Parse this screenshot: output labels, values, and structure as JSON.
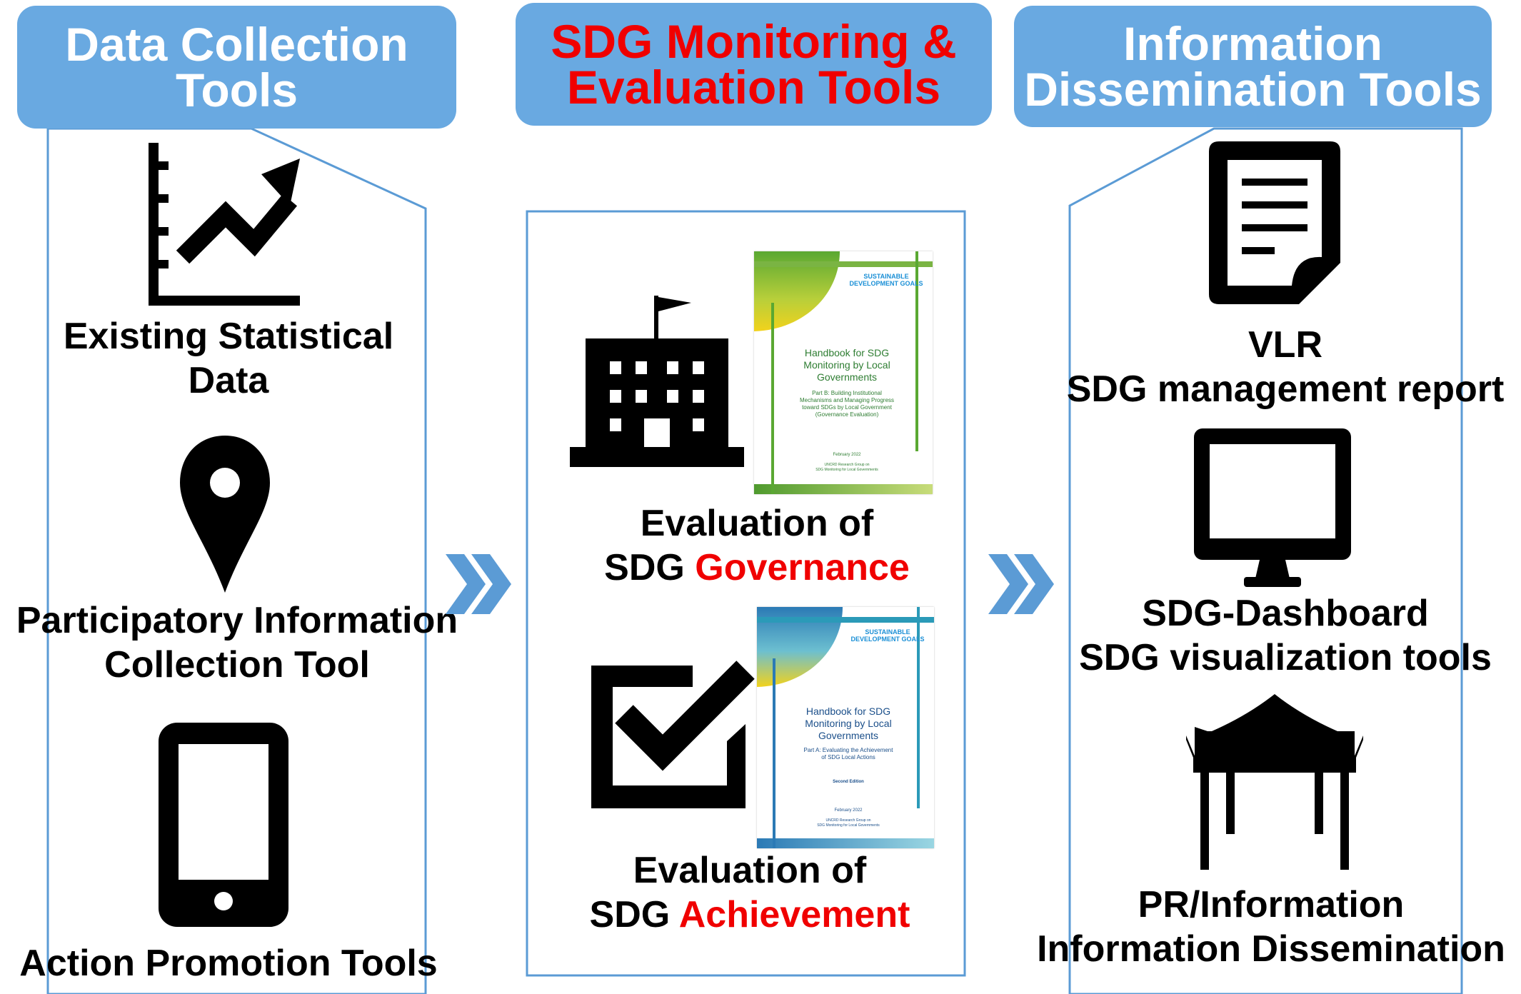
{
  "columns": [
    {
      "header": [
        "Data Collection",
        "Tools"
      ],
      "items": [
        {
          "label": [
            "Existing Statistical",
            "Data"
          ],
          "icon": "line-chart-up-arrow-icon"
        },
        {
          "label": [
            "Participatory Information",
            "Collection Tool"
          ],
          "icon": "map-pin-icon"
        },
        {
          "label": [
            "Action Promotion Tools"
          ],
          "icon": "smartphone-icon"
        }
      ]
    },
    {
      "header": [
        "SDG Monitoring &",
        "Evaluation Tools"
      ],
      "items": [
        {
          "label_line1": "Evaluation of",
          "label_prefix": "SDG ",
          "label_highlight": "Governance",
          "icon": "building-with-flag-icon"
        },
        {
          "label_line1": "Evaluation of",
          "label_prefix": "SDG ",
          "label_highlight": "Achievement",
          "icon": "checkbox-check-icon"
        }
      ]
    },
    {
      "header": [
        "Information",
        "Dissemination Tools"
      ],
      "items": [
        {
          "label": [
            "VLR",
            "SDG management report"
          ],
          "icon": "document-icon"
        },
        {
          "label": [
            "SDG-Dashboard",
            "SDG visualization tools"
          ],
          "icon": "monitor-icon"
        },
        {
          "label": [
            "PR/Information",
            "Information Dissemination"
          ],
          "icon": "event-tent-icon"
        }
      ]
    }
  ],
  "books": [
    {
      "logo": "SUSTAINABLE DEVELOPMENT GOALS",
      "title": [
        "Handbook for SDG",
        "Monitoring by Local",
        "Governments"
      ],
      "subtitle": [
        "Part B: Building Institutional",
        "Mechanisms and Managing Progress",
        "toward SDGs by Local Government",
        "(Governance Evaluation)"
      ],
      "edition": "",
      "date": "February 2022",
      "publisher": [
        "UNCRD Research Group on",
        "SDG Monitoring for Local Governments"
      ]
    },
    {
      "logo": "SUSTAINABLE DEVELOPMENT GOALS",
      "title": [
        "Handbook for SDG",
        "Monitoring by Local",
        "Governments"
      ],
      "subtitle": [
        "Part A: Evaluating the Achievement",
        "of SDG Local Actions"
      ],
      "edition": "Second Edition",
      "date": "February 2022",
      "publisher": [
        "UNCRD Research Group on",
        "SDG Monitoring for Local Governments"
      ]
    }
  ],
  "colors": {
    "header_bg": "#69a9e1",
    "header_text": "#ffffff",
    "header_highlight": "#f00000",
    "outline": "#5b9bd5",
    "chevron": "#5b9bd5",
    "highlight_text": "#f00000"
  }
}
